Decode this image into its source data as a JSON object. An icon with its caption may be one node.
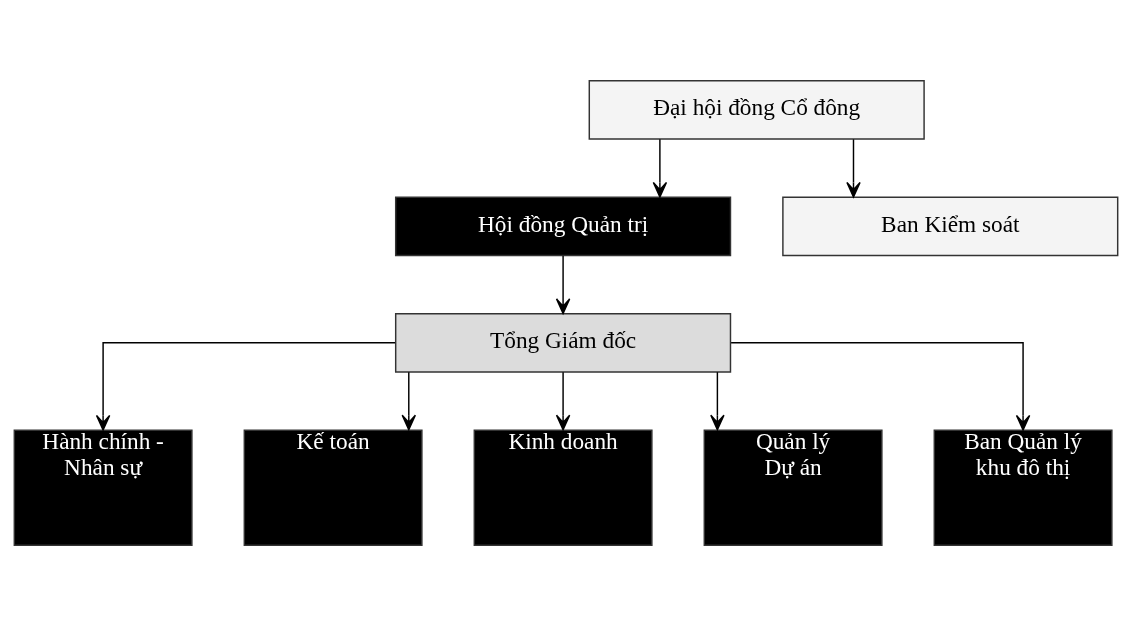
{
  "diagram": {
    "nodes": [
      {
        "text": [
          "Đại hội đồng Cổ đông"
        ]
      },
      {
        "text": [
          "Hội đồng Quản trị"
        ]
      },
      {
        "text": [
          "Ban Kiểm soát"
        ]
      },
      {
        "text": [
          "Tổng Giám đốc"
        ]
      },
      {
        "text": [
          "Hành chính - Nhân sự"
        ]
      },
      {
        "text": [
          "Kế toán"
        ]
      },
      {
        "text": [
          "Kinh doanh"
        ]
      },
      {
        "text": [
          "Quản lý Dự án"
        ]
      },
      {
        "text": [
          "Ban Quản lý khu đô thị"
        ]
      }
    ],
    "edges": [
      {
        "from": 0,
        "to": 1,
        "arrow": "to"
      },
      {
        "from": 0,
        "to": 2,
        "arrow": "to"
      },
      {
        "from": 1,
        "to": 3,
        "arrow": "to"
      },
      {
        "from": 3,
        "to": 4,
        "arrow": "to"
      },
      {
        "from": 3,
        "to": 5,
        "arrow": "to"
      },
      {
        "from": 3,
        "to": 6,
        "arrow": "to"
      },
      {
        "from": 3,
        "to": 7,
        "arrow": "to"
      },
      {
        "from": 3,
        "to": 8,
        "arrow": "to"
      }
    ]
  }
}
